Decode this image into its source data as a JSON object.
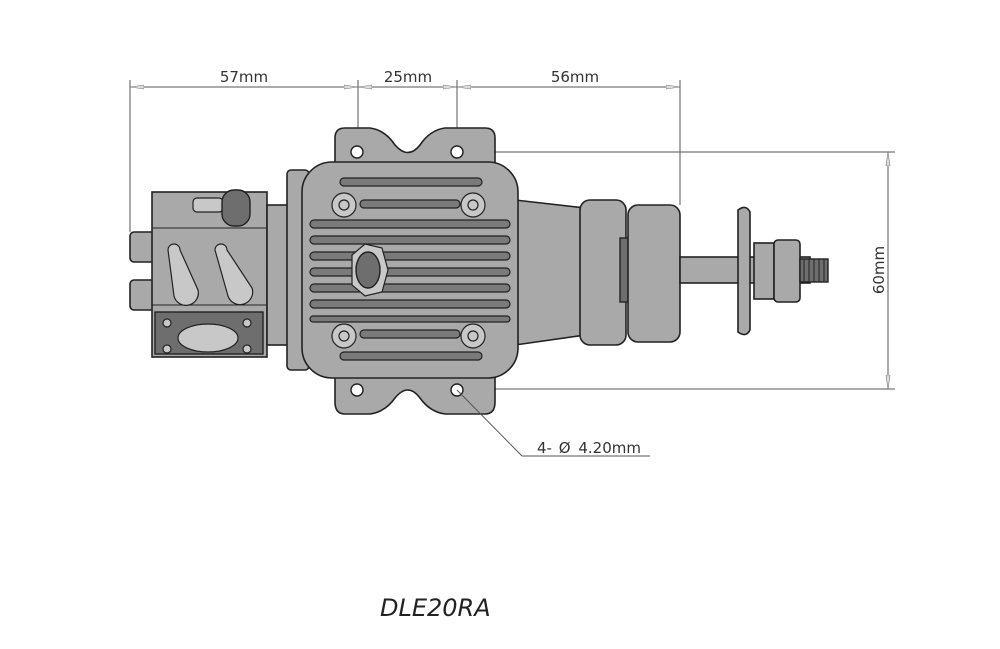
{
  "drawing": {
    "model": "DLE20RA",
    "dimensions": {
      "rear_length": "57mm",
      "mount_spacing": "25mm",
      "front_length": "56mm",
      "mount_height": "60mm",
      "hole_callout_prefix": "4-",
      "hole_callout_symbol": "Ø",
      "hole_callout_value": "4.20mm"
    }
  }
}
